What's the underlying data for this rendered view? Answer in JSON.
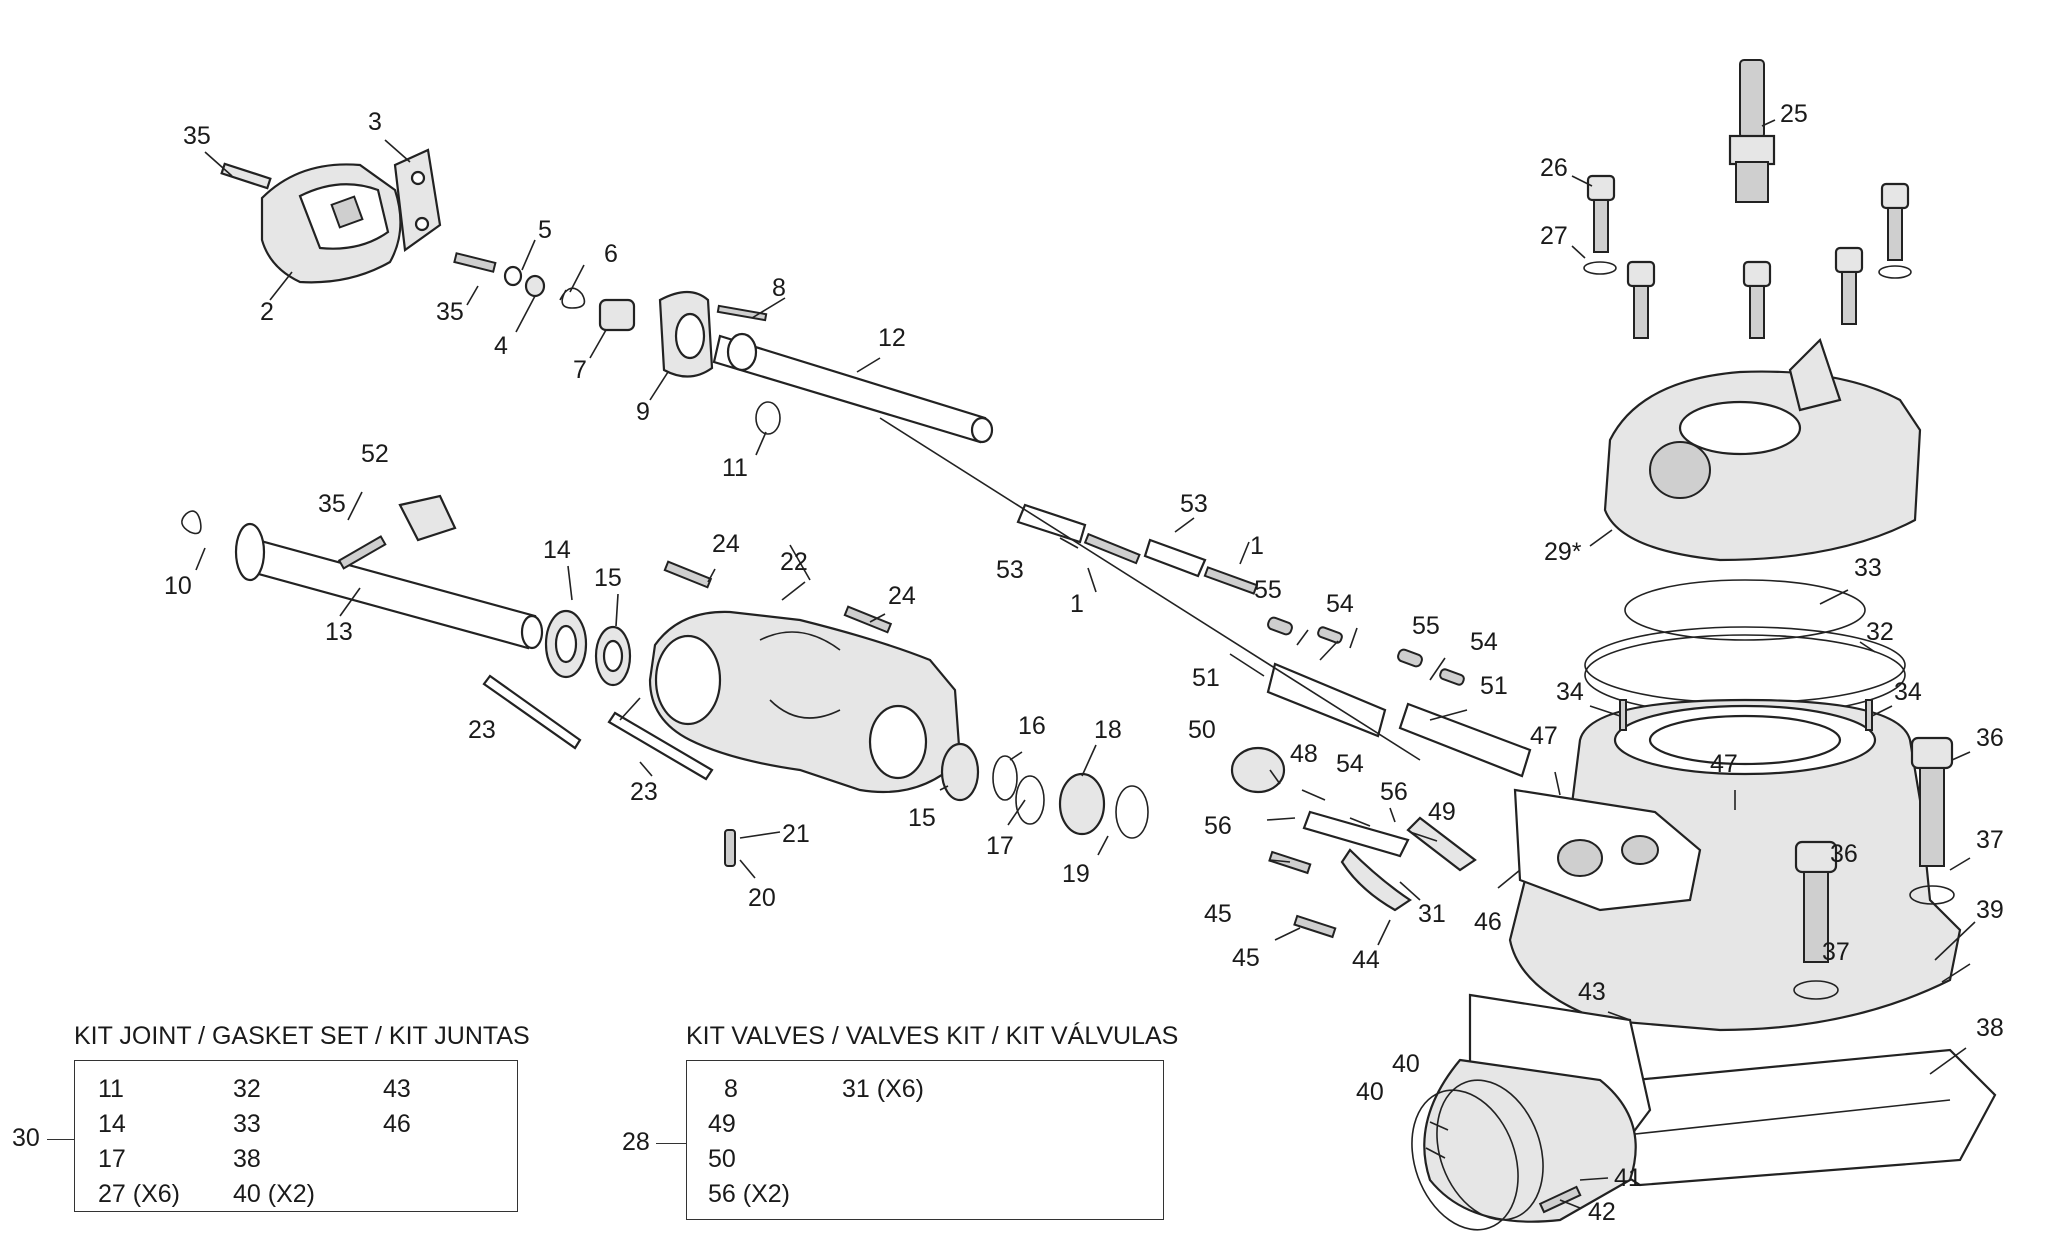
{
  "callouts": {
    "c1a": "1",
    "c1b": "1",
    "c2": "2",
    "c3": "3",
    "c4": "4",
    "c5": "5",
    "c6": "6",
    "c7": "7",
    "c8": "8",
    "c9": "9",
    "c10": "10",
    "c11": "11",
    "c12": "12",
    "c13": "13",
    "c14": "14",
    "c15a": "15",
    "c15b": "15",
    "c16": "16",
    "c17": "17",
    "c18": "18",
    "c19": "19",
    "c20": "20",
    "c21": "21",
    "c22": "22",
    "c23a": "23",
    "c23b": "23",
    "c24a": "24",
    "c24b": "24",
    "c25": "25",
    "c26": "26",
    "c27": "27",
    "c29": "29*",
    "c31": "31",
    "c32": "32",
    "c33": "33",
    "c34a": "34",
    "c34b": "34",
    "c35a": "35",
    "c35b": "35",
    "c35c": "35",
    "c36a": "36",
    "c36b": "36",
    "c37a": "37",
    "c37b": "37",
    "c38": "38",
    "c39": "39",
    "c40a": "40",
    "c40b": "40",
    "c41": "41",
    "c42": "42",
    "c43": "43",
    "c44": "44",
    "c45a": "45",
    "c45b": "45",
    "c46": "46",
    "c47a": "47",
    "c47b": "47",
    "c48": "48",
    "c49": "49",
    "c50": "50",
    "c51a": "51",
    "c51b": "51",
    "c52": "52",
    "c53a": "53",
    "c53b": "53",
    "c54a": "54",
    "c54b": "54",
    "c54c": "54",
    "c55a": "55",
    "c55b": "55",
    "c56a": "56",
    "c56b": "56"
  },
  "gasket_kit": {
    "ref": "30",
    "title": "KIT JOINT / GASKET SET / KIT JUNTAS",
    "items": [
      "11",
      "14",
      "17",
      "27 (X6)",
      "32",
      "33",
      "38",
      "40 (X2)",
      "43",
      "46"
    ]
  },
  "valves_kit": {
    "ref": "28",
    "title": "KIT VALVES / VALVES KIT / KIT VÁLVULAS",
    "items": [
      "8",
      "49",
      "50",
      "56 (X2)",
      "31 (X6)"
    ]
  }
}
